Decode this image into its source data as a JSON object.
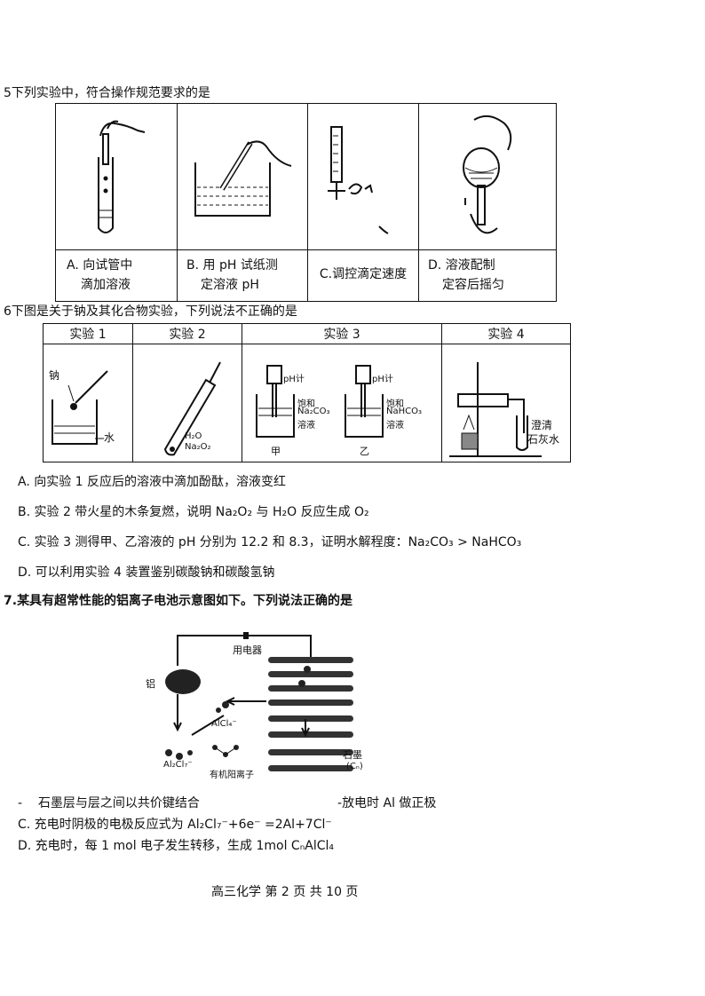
{
  "q5": {
    "number": "5",
    "stem": "下列实验中，符合操作规范要求的是",
    "options": [
      {
        "line1": "A. 向试管中",
        "line2": "滴加溶液"
      },
      {
        "line1": "B. 用 pH 试纸测",
        "line2": "定溶液 pH"
      },
      {
        "line1": "C.调控滴定速度",
        "line2": ""
      },
      {
        "line1": "D. 溶液配制",
        "line2": "定容后摇匀"
      }
    ]
  },
  "q6": {
    "number": "6",
    "stem": "下图是关于钠及其化合物实验，下列说法不正确的是",
    "headers": [
      "实验 1",
      "实验 2",
      "实验 3",
      "实验 4"
    ],
    "exp1": {
      "sodium": "钠",
      "water": "水"
    },
    "exp2": {
      "h2o": "H₂O",
      "na2o2": "Na₂O₂"
    },
    "exp3": {
      "ph_meter": "pH计",
      "sat_a": "饱和",
      "na2co3": "Na₂CO₃",
      "sol_a": "溶液",
      "jia": "甲",
      "sat_b": "饱和",
      "nahco3": "NaHCO₃",
      "sol_b": "溶液",
      "yi": "乙"
    },
    "exp4": {
      "limewater1": "澄清",
      "limewater2": "石灰水"
    },
    "options": [
      "A. 向实验 1 反应后的溶液中滴加酚酞，溶液变红",
      "B. 实验 2 带火星的木条复燃，说明 Na₂O₂ 与 H₂O 反应生成 O₂",
      "C. 实验 3 测得甲、乙溶液的 pH 分别为 12.2 和 8.3，证明水解程度：Na₂CO₃ > NaHCO₃",
      "D. 可以利用实验 4 装置鉴别碳酸钠和碳酸氢钠"
    ]
  },
  "q7": {
    "number": "7.",
    "stem": "某具有超常性能的铝离子电池示意图如下。下列说法正确的是",
    "diagram": {
      "appliance": "用电器",
      "aluminum": "铝",
      "alcl4": "AlCl₄⁻",
      "al2cl7": "Al₂Cl₇⁻",
      "organic_cation": "有机阳离子",
      "graphite": "石墨",
      "cn": "(Cₙ)"
    },
    "options": {
      "a": "石墨层与层之间以共价键结合",
      "b": "放电时 Al 做正极",
      "c": "C.  充电时阴极的电极反应式为 Al₂Cl₇⁻+6e⁻ =2Al+7Cl⁻",
      "d": "D.  充电时，每 1 mol 电子发生转移，生成 1mol CₙAlCl₄"
    }
  },
  "footer": "高三化学 第 2 页   共 10 页"
}
